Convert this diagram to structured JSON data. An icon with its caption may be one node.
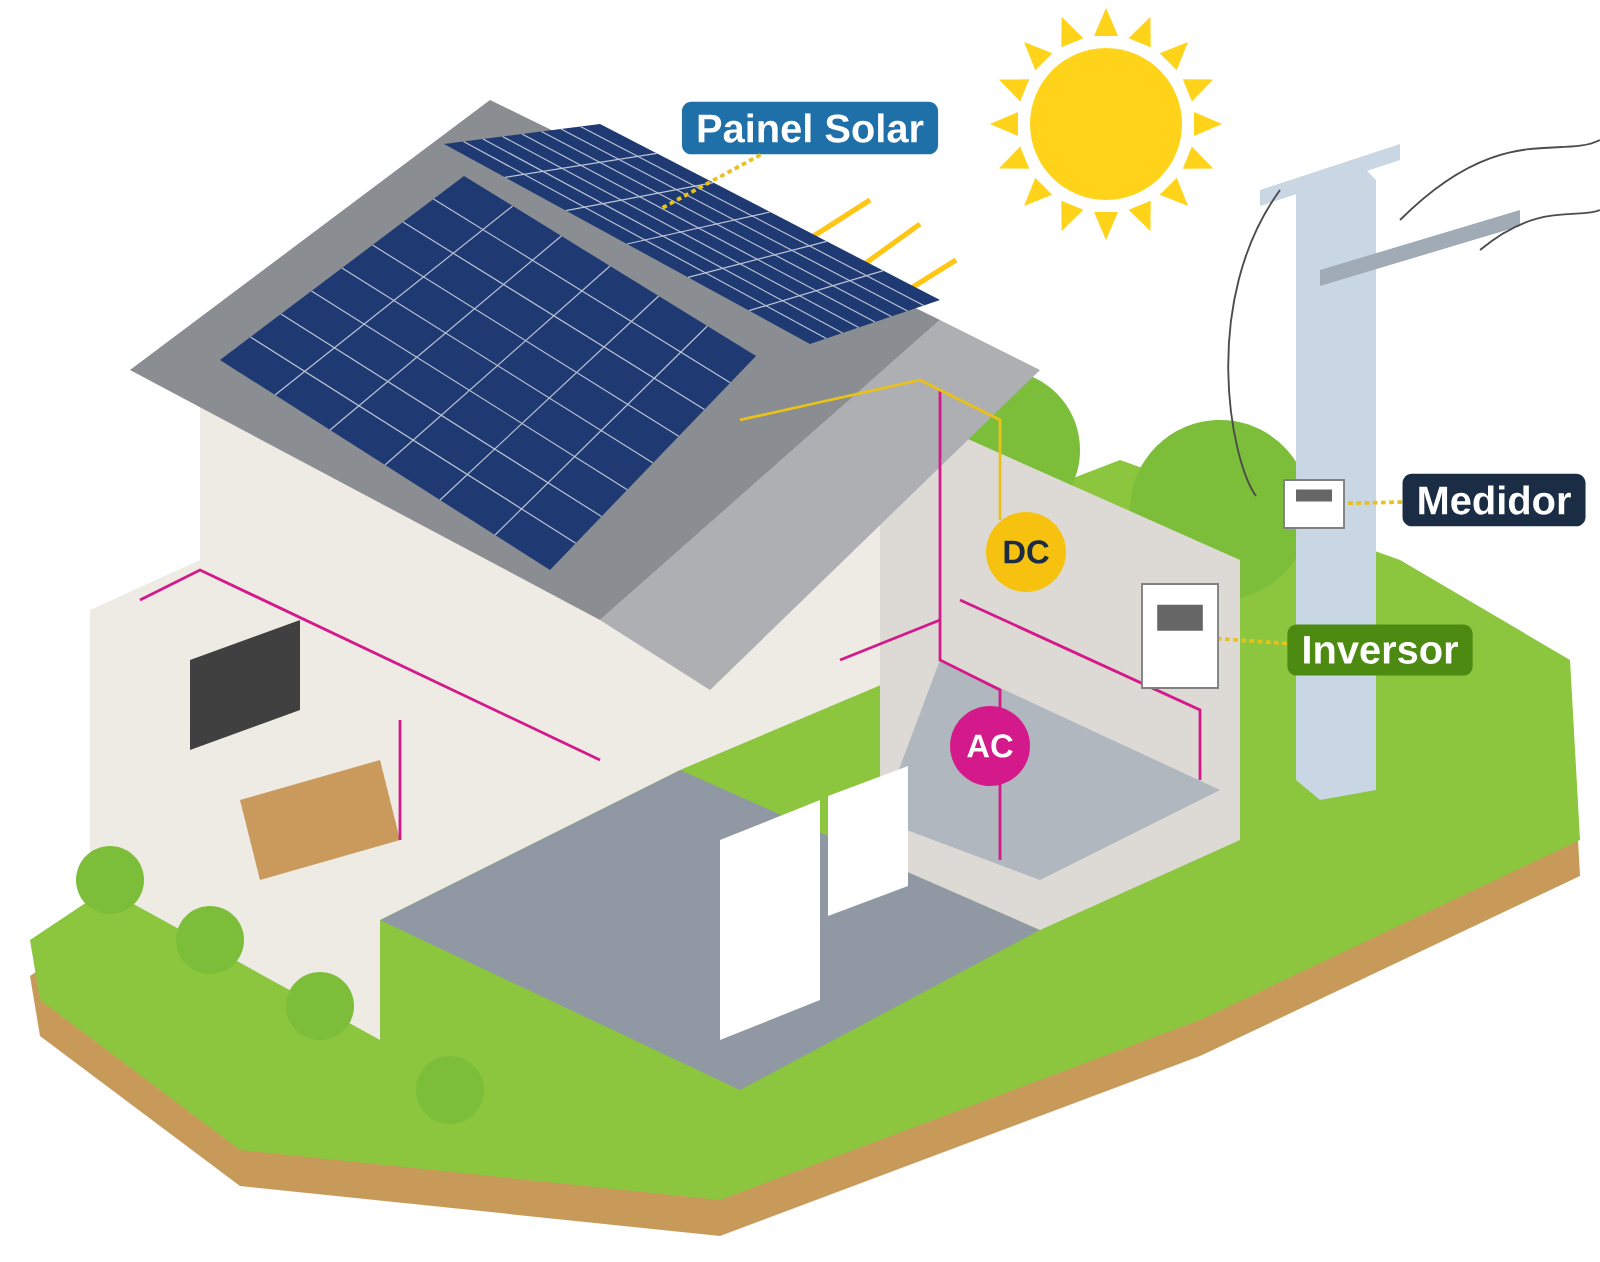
{
  "diagram": {
    "nodes": [
      {
        "text": [
          "Painel Solar"
        ]
      },
      {
        "text": [],
        "shape": "picture"
      },
      {
        "text": [
          "Medidor"
        ]
      },
      {
        "text": [],
        "shape": "picture"
      },
      {
        "text": [
          "Inversor"
        ]
      },
      {
        "text": [],
        "shape": "picture"
      },
      {
        "text": [
          "DC"
        ]
      },
      {
        "text": [
          "AC"
        ]
      }
    ],
    "edges": [
      {
        "from": 0,
        "to": 1,
        "arrow": "none",
        "style": "dashed"
      },
      {
        "from": 2,
        "to": 3,
        "arrow": "none",
        "style": "dashed"
      },
      {
        "from": 4,
        "to": 5,
        "arrow": "none",
        "style": "dashed"
      }
    ]
  }
}
